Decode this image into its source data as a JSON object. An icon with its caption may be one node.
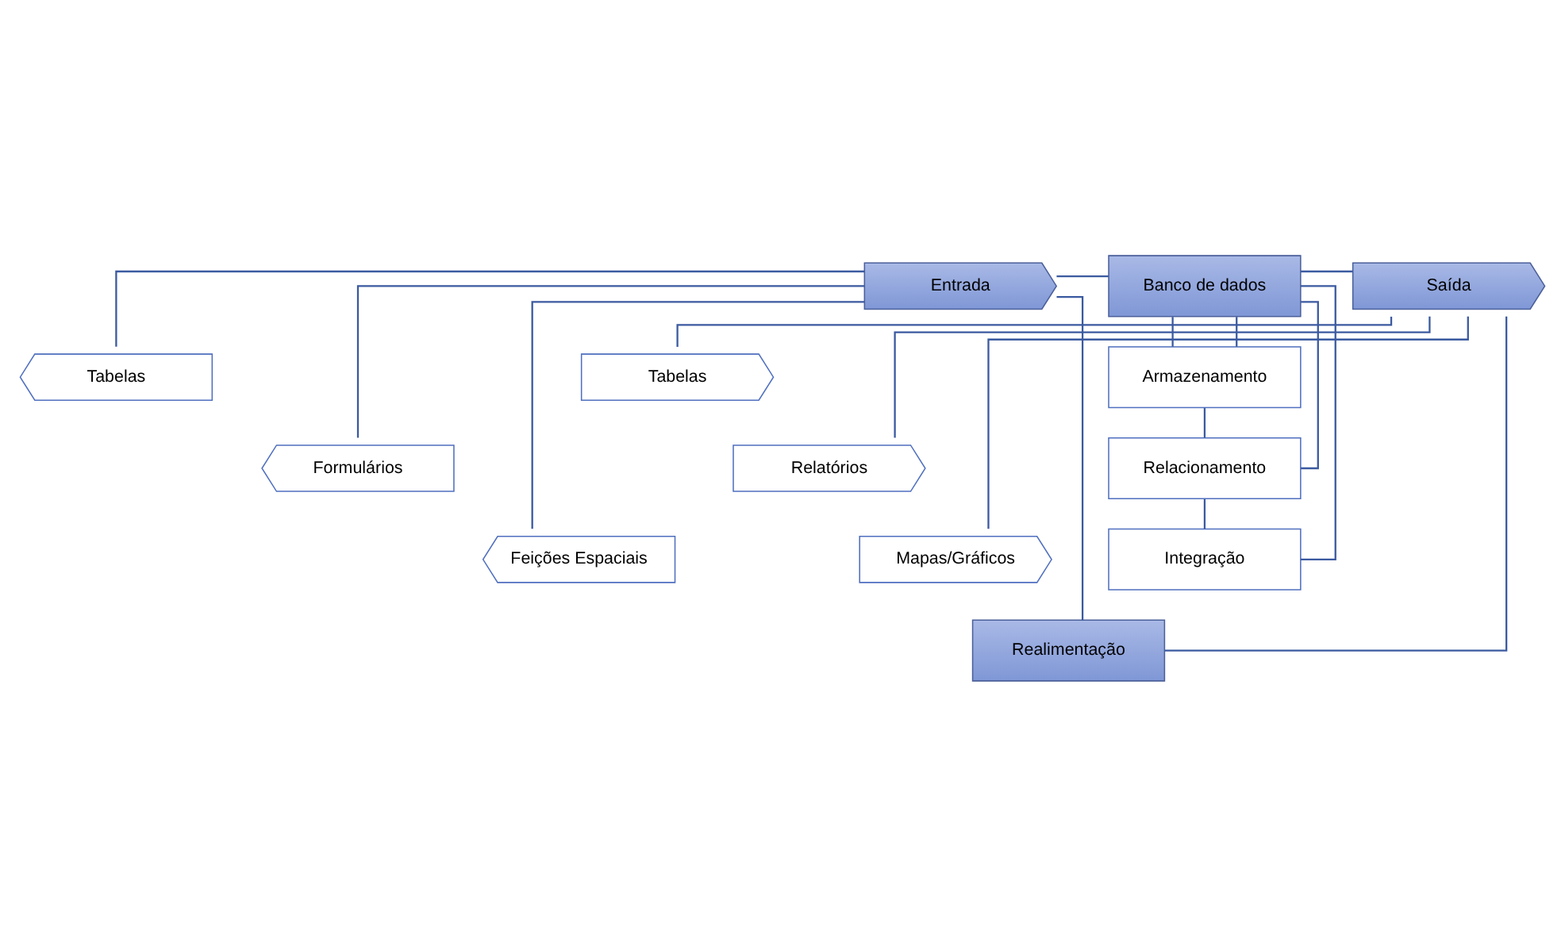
{
  "diagram": {
    "nodes": [
      {
        "text": [
          "Entrada"
        ]
      },
      {
        "text": [
          "Banco de dados"
        ]
      },
      {
        "text": [
          "Saída"
        ]
      },
      {
        "text": [
          "Tabelas"
        ]
      },
      {
        "text": [
          "Formulários"
        ]
      },
      {
        "text": [
          "Feições Espaciais"
        ]
      },
      {
        "text": [
          "Armazenamento"
        ]
      },
      {
        "text": [
          "Relacionamento"
        ]
      },
      {
        "text": [
          "Integração"
        ]
      },
      {
        "text": [
          "Tabelas"
        ]
      },
      {
        "text": [
          "Relatórios"
        ]
      },
      {
        "text": [
          "Mapas/Gráficos"
        ]
      },
      {
        "text": [
          "Realimentação"
        ]
      }
    ],
    "edges": [
      {
        "from": 0,
        "to": 1,
        "arrow": "none"
      },
      {
        "from": 1,
        "to": 2,
        "arrow": "none"
      },
      {
        "from": 0,
        "to": 3,
        "arrow": "none"
      },
      {
        "from": 0,
        "to": 4,
        "arrow": "none"
      },
      {
        "from": 0,
        "to": 5,
        "arrow": "none"
      },
      {
        "from": 1,
        "to": 6,
        "arrow": "none"
      },
      {
        "from": 1,
        "to": 7,
        "arrow": "none"
      },
      {
        "from": 1,
        "to": 8,
        "arrow": "none"
      },
      {
        "from": 1,
        "to": 6,
        "arrow": "none"
      },
      {
        "from": 6,
        "to": 7,
        "arrow": "none"
      },
      {
        "from": 7,
        "to": 8,
        "arrow": "none"
      },
      {
        "from": 2,
        "to": 9,
        "arrow": "none"
      },
      {
        "from": 2,
        "to": 10,
        "arrow": "none"
      },
      {
        "from": 2,
        "to": 11,
        "arrow": "none"
      },
      {
        "from": 2,
        "to": 12,
        "arrow": "none"
      },
      {
        "from": 12,
        "to": 0,
        "arrow": "none"
      }
    ]
  }
}
